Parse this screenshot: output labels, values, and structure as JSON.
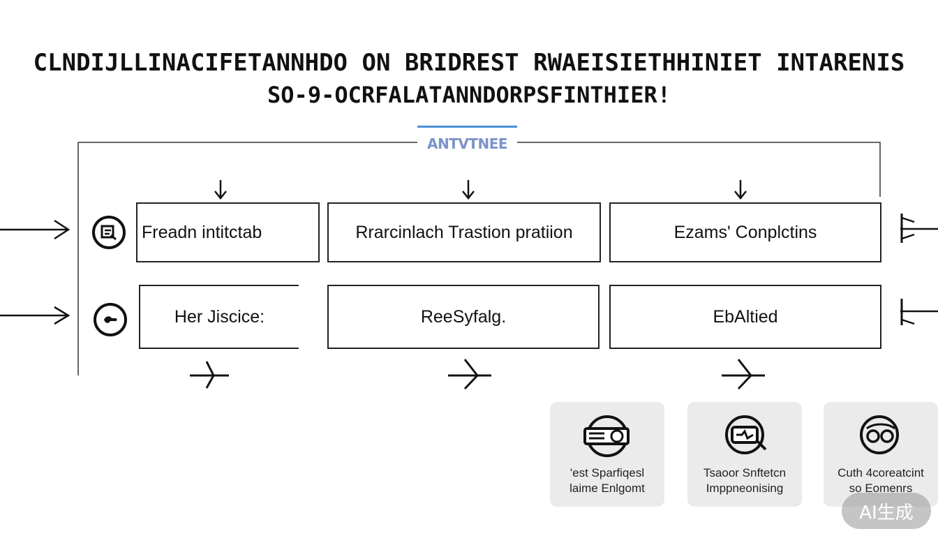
{
  "title": {
    "line1": "CLNDIJLLINACIFETANNHDO ON BRIDREST RWAEISIETHHINIET INTARENIS",
    "line2": "SO-9-OCRFALATANNDORPSFINTHIER!"
  },
  "header_tab": {
    "label": "ANTVTNEE",
    "accent": "#4a90d9"
  },
  "rows": [
    {
      "badge_icon": "note-icon",
      "boxes": [
        "Freadn intitctab",
        "Rrarcinlach Trastion pratiion",
        "Ezams' Conplctins"
      ]
    },
    {
      "badge_icon": "hand-icon",
      "boxes": [
        "Her Jiscice:",
        "ReeSyfalg.",
        "EbAltied"
      ]
    }
  ],
  "cards": [
    {
      "icon": "monitor-icon",
      "line1": "'est Sparfiqesl",
      "line2": "laime Enlgomt"
    },
    {
      "icon": "chat-icon",
      "line1": "Tsaoor Snftetcn",
      "line2": "Imppneonising"
    },
    {
      "icon": "glasses-icon",
      "line1": "Cuth 4coreatcint",
      "line2": "so Eomenrs"
    }
  ],
  "watermark": "AI生成"
}
